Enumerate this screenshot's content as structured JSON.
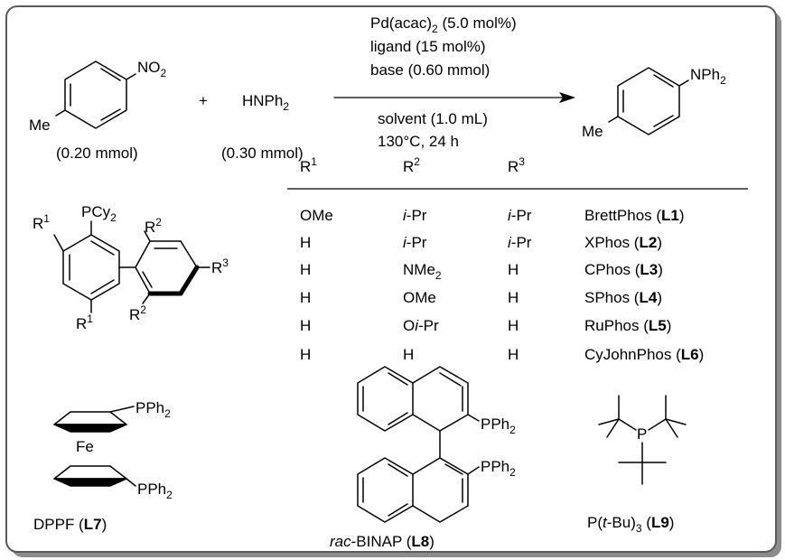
{
  "reaction": {
    "reactant1": {
      "substituent_top": "NO",
      "substituent_top_sub": "2",
      "substituent_left": "Me",
      "amount": "(0.20 mmol)"
    },
    "plus": "+",
    "reactant2": {
      "name": "HNPh",
      "name_sub": "2",
      "amount": "(0.30 mmol)"
    },
    "conditions_above": [
      {
        "main": "Pd(acac)",
        "sub": "2",
        "rest": " (5.0 mol%)"
      },
      {
        "main": "ligand (15 mol%)",
        "sub": "",
        "rest": ""
      },
      {
        "main": "base (0.60 mmol)",
        "sub": "",
        "rest": ""
      }
    ],
    "conditions_below": [
      "solvent (1.0 mL)",
      "130°C, 24 h"
    ],
    "product": {
      "substituent_top": "NPh",
      "substituent_top_sub": "2",
      "substituent_left": "Me"
    }
  },
  "table": {
    "headers": [
      {
        "main": "R",
        "sup": "1"
      },
      {
        "main": "R",
        "sup": "2"
      },
      {
        "main": "R",
        "sup": "3"
      }
    ],
    "rows": [
      {
        "r1": "OMe",
        "r2": {
          "a": "i",
          "b": "-Pr",
          "c": "",
          "d": ""
        },
        "r3": {
          "a": "i",
          "b": "-Pr"
        },
        "name": "BrettPhos (",
        "code": "L1",
        "close": ")"
      },
      {
        "r1": "H",
        "r2": {
          "a": "i",
          "b": "-Pr",
          "c": "",
          "d": ""
        },
        "r3": {
          "a": "i",
          "b": "-Pr"
        },
        "name": "XPhos (",
        "code": "L2",
        "close": ")"
      },
      {
        "r1": "H",
        "r2": {
          "a": "",
          "b": "NMe",
          "c": "2",
          "d": ""
        },
        "r3": {
          "a": "",
          "b": "H"
        },
        "name": "CPhos (",
        "code": "L3",
        "close": ")"
      },
      {
        "r1": "H",
        "r2": {
          "a": "",
          "b": "OMe",
          "c": "",
          "d": ""
        },
        "r3": {
          "a": "",
          "b": "H"
        },
        "name": "SPhos (",
        "code": "L4",
        "close": ")"
      },
      {
        "r1": "H",
        "r2": {
          "a": "",
          "b": "O",
          "c": "i",
          "d": "-Pr"
        },
        "r3": {
          "a": "",
          "b": "H"
        },
        "name": "RuPhos (",
        "code": "L5",
        "close": ")"
      },
      {
        "r1": "H",
        "r2": {
          "a": "",
          "b": "H",
          "c": "",
          "d": ""
        },
        "r3": {
          "a": "",
          "b": "H"
        },
        "name": "CyJohnPhos (",
        "code": "L6",
        "close": ")"
      }
    ]
  },
  "biaryl_ligand": {
    "pcy": "PCy",
    "pcy_sub": "2",
    "r1_top": "R",
    "r1_top_sup": "1",
    "r1_bottom": "R",
    "r1_bottom_sup": "1",
    "r2_top": "R",
    "r2_top_sup": "2",
    "r2_bottom": "R",
    "r2_bottom_sup": "2",
    "r3": "R",
    "r3_sup": "3"
  },
  "dppf": {
    "pph2_top": "PPh",
    "pph2_top_sub": "2",
    "fe": "Fe",
    "pph2_bottom": "PPh",
    "pph2_bottom_sub": "2",
    "name": "DPPF (",
    "code": "L7",
    "close": ")"
  },
  "binap": {
    "pph2_top": "PPh",
    "pph2_top_sub": "2",
    "pph2_bottom": "PPh",
    "pph2_bottom_sub": "2",
    "prefix": "rac",
    "name": "-BINAP (",
    "code": "L8",
    "close": ")"
  },
  "ptbu3": {
    "p": "P",
    "label_a": "P(",
    "label_b": "t",
    "label_c": "-Bu)",
    "label_sub": "3",
    "label_d": " (",
    "code": "L9",
    "close": ")"
  }
}
